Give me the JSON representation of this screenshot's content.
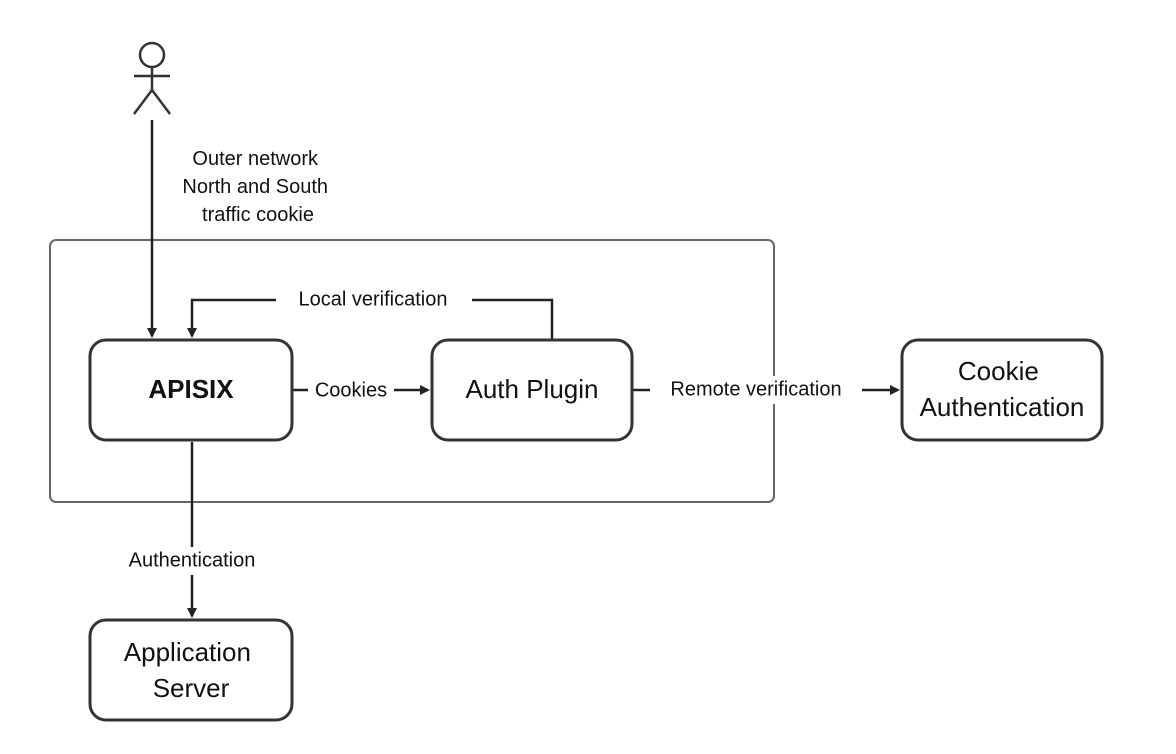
{
  "nodes": {
    "apisix": {
      "label": "APISIX"
    },
    "auth_plugin": {
      "label": "Auth Plugin"
    },
    "cookie_auth": {
      "lines": [
        "Cookie",
        "Authentication"
      ]
    },
    "app_server": {
      "lines": [
        "Application",
        "Server"
      ]
    }
  },
  "edges": {
    "outer_network": {
      "lines": [
        "Outer network",
        "North and South",
        "traffic cookie"
      ]
    },
    "local_verification": {
      "label": "Local verification"
    },
    "cookies": {
      "label": "Cookies"
    },
    "remote_verification": {
      "label": "Remote verification"
    },
    "authentication": {
      "label": "Authentication"
    }
  },
  "colors": {
    "stroke": "#333333",
    "group_border": "#666666",
    "background": "#ffffff"
  }
}
